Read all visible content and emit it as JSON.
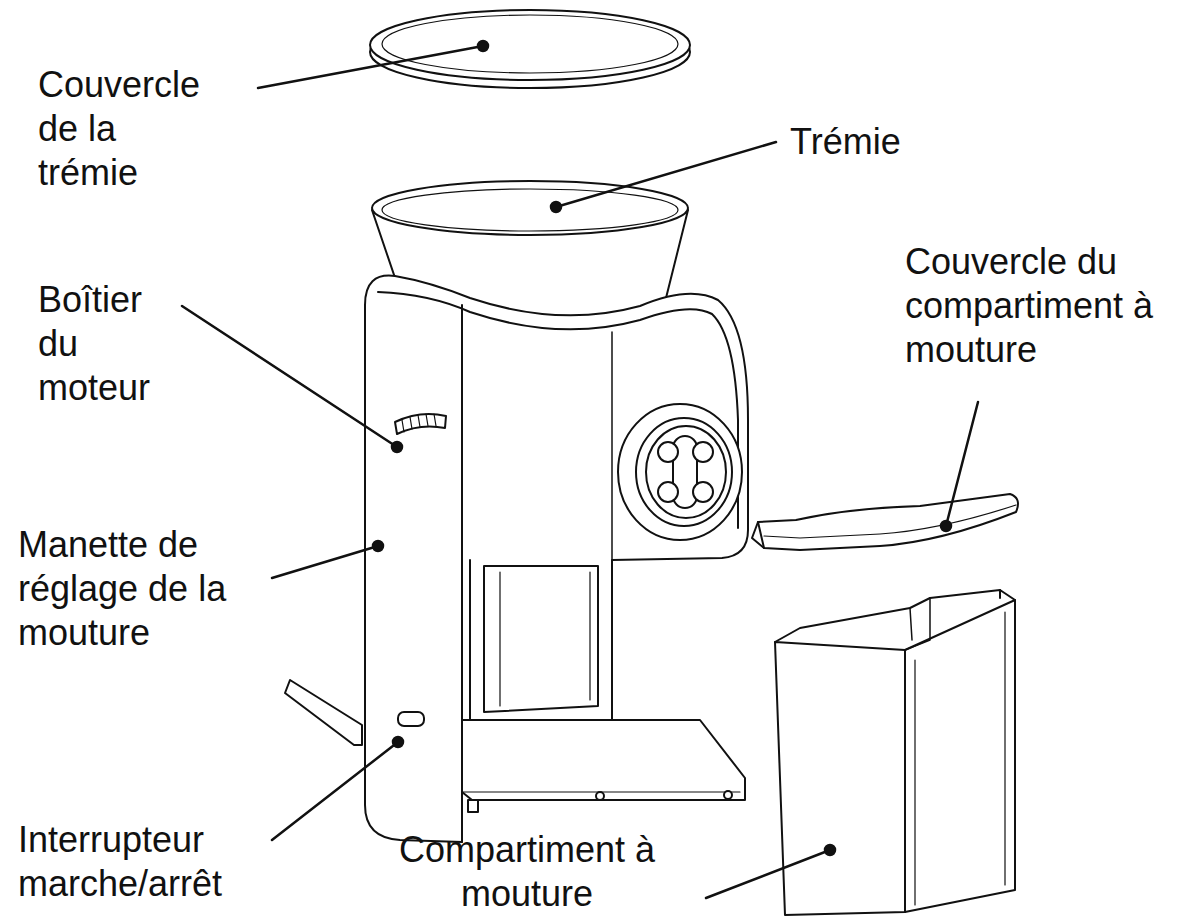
{
  "diagram": {
    "labels": [
      "Couvercle de la trémie",
      "Trémie",
      "Boîtier du moteur",
      "Couvercle du compartiment à mouture",
      "Manette de réglage de la mouture",
      "Interrupteur marche/arrêt",
      "Compartiment à mouture"
    ]
  }
}
